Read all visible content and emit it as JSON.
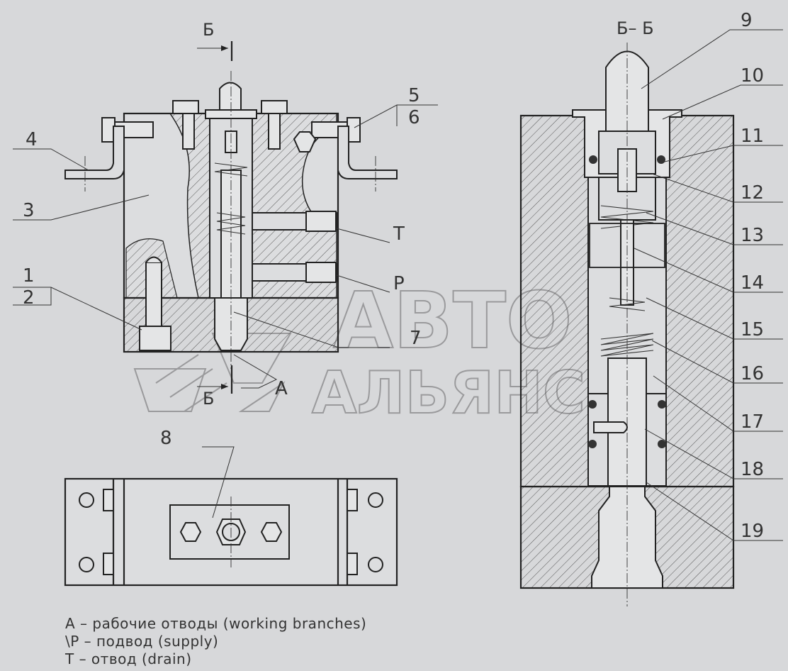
{
  "section_marks": {
    "left_top": "Б",
    "left_bottom": "Б",
    "right_title": "Б– Б"
  },
  "callouts": {
    "c1": "1",
    "c2": "2",
    "c3": "3",
    "c4": "4",
    "c5": "5",
    "c6": "6",
    "c7": "7",
    "c8": "8",
    "c9": "9",
    "c10": "10",
    "c11": "11",
    "c12": "12",
    "c13": "13",
    "c14": "14",
    "c15": "15",
    "c16": "16",
    "c17": "17",
    "c18": "18",
    "c19": "19"
  },
  "port_labels": {
    "T": "T",
    "P": "P",
    "A": "A"
  },
  "legend": [
    "A – рабочие отводы (working branches)",
    "\\P – подвод (supply)",
    "T – отвод (drain)"
  ],
  "watermark": {
    "line1": "АВТО",
    "line2": "АЛЬЯНС"
  },
  "colors": {
    "background": "#d7d8da",
    "line": "#222222",
    "watermark": "#9a9a9c"
  }
}
